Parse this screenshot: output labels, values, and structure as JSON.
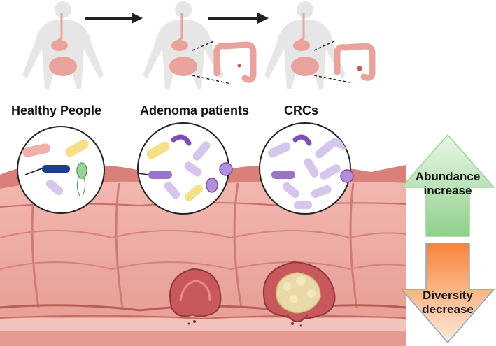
{
  "stages": [
    {
      "label": "Healthy People"
    },
    {
      "label": "Adenoma patients"
    },
    {
      "label": "CRCs"
    }
  ],
  "arrows": {
    "up": {
      "line1": "Abundance",
      "line2": "increase",
      "color": "#8fd08a"
    },
    "down": {
      "line1": "Diversity",
      "line2": "decrease",
      "color": "#f7853a"
    }
  },
  "colors": {
    "intestine": "#e9a39c",
    "intestine_dark": "#c66c66",
    "polyp": "#c8585c",
    "tumor": "#e8d9a6"
  },
  "icons": [
    "human-body-icon",
    "progression-arrow-icon",
    "colon-icon",
    "bacteria-magnifier-icon",
    "intestine-tissue-icon",
    "polyp-icon",
    "tumor-icon"
  ]
}
